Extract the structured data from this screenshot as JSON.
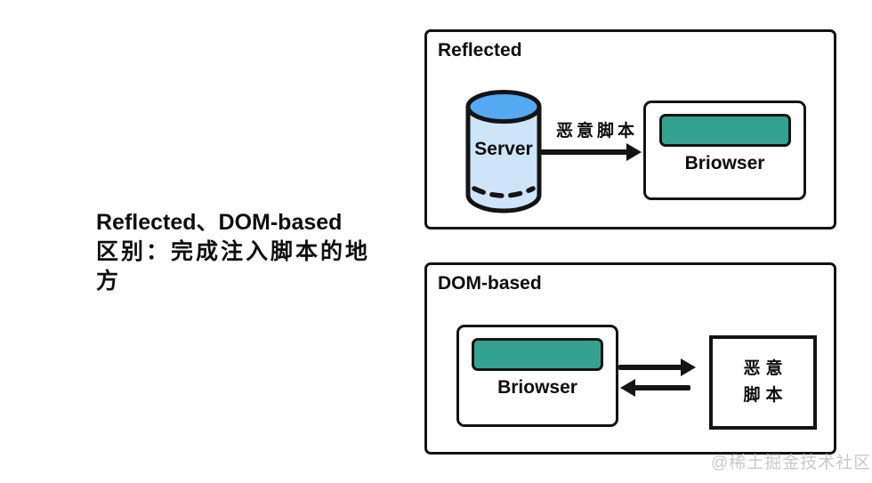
{
  "note": {
    "line1": "Reflected、DOM-based",
    "line2": "区别：完成注入脚本的地",
    "line3": "方"
  },
  "reflected": {
    "title": "Reflected",
    "server_label": "Server",
    "arrow_label": "恶意脚本",
    "browser_label": "Briowser"
  },
  "dom_based": {
    "title": "DOM-based",
    "browser_label": "Briowser",
    "malicious_line1": "恶意",
    "malicious_line2": "脚本"
  },
  "watermark": "@稀土掘金技术社区",
  "colors": {
    "teal": "#35A28F",
    "cylinder_top": "#54A9F2",
    "cylinder_body": "#CEE4F9",
    "outline": "#141414",
    "watermark_gray": "#C9C9C9"
  }
}
